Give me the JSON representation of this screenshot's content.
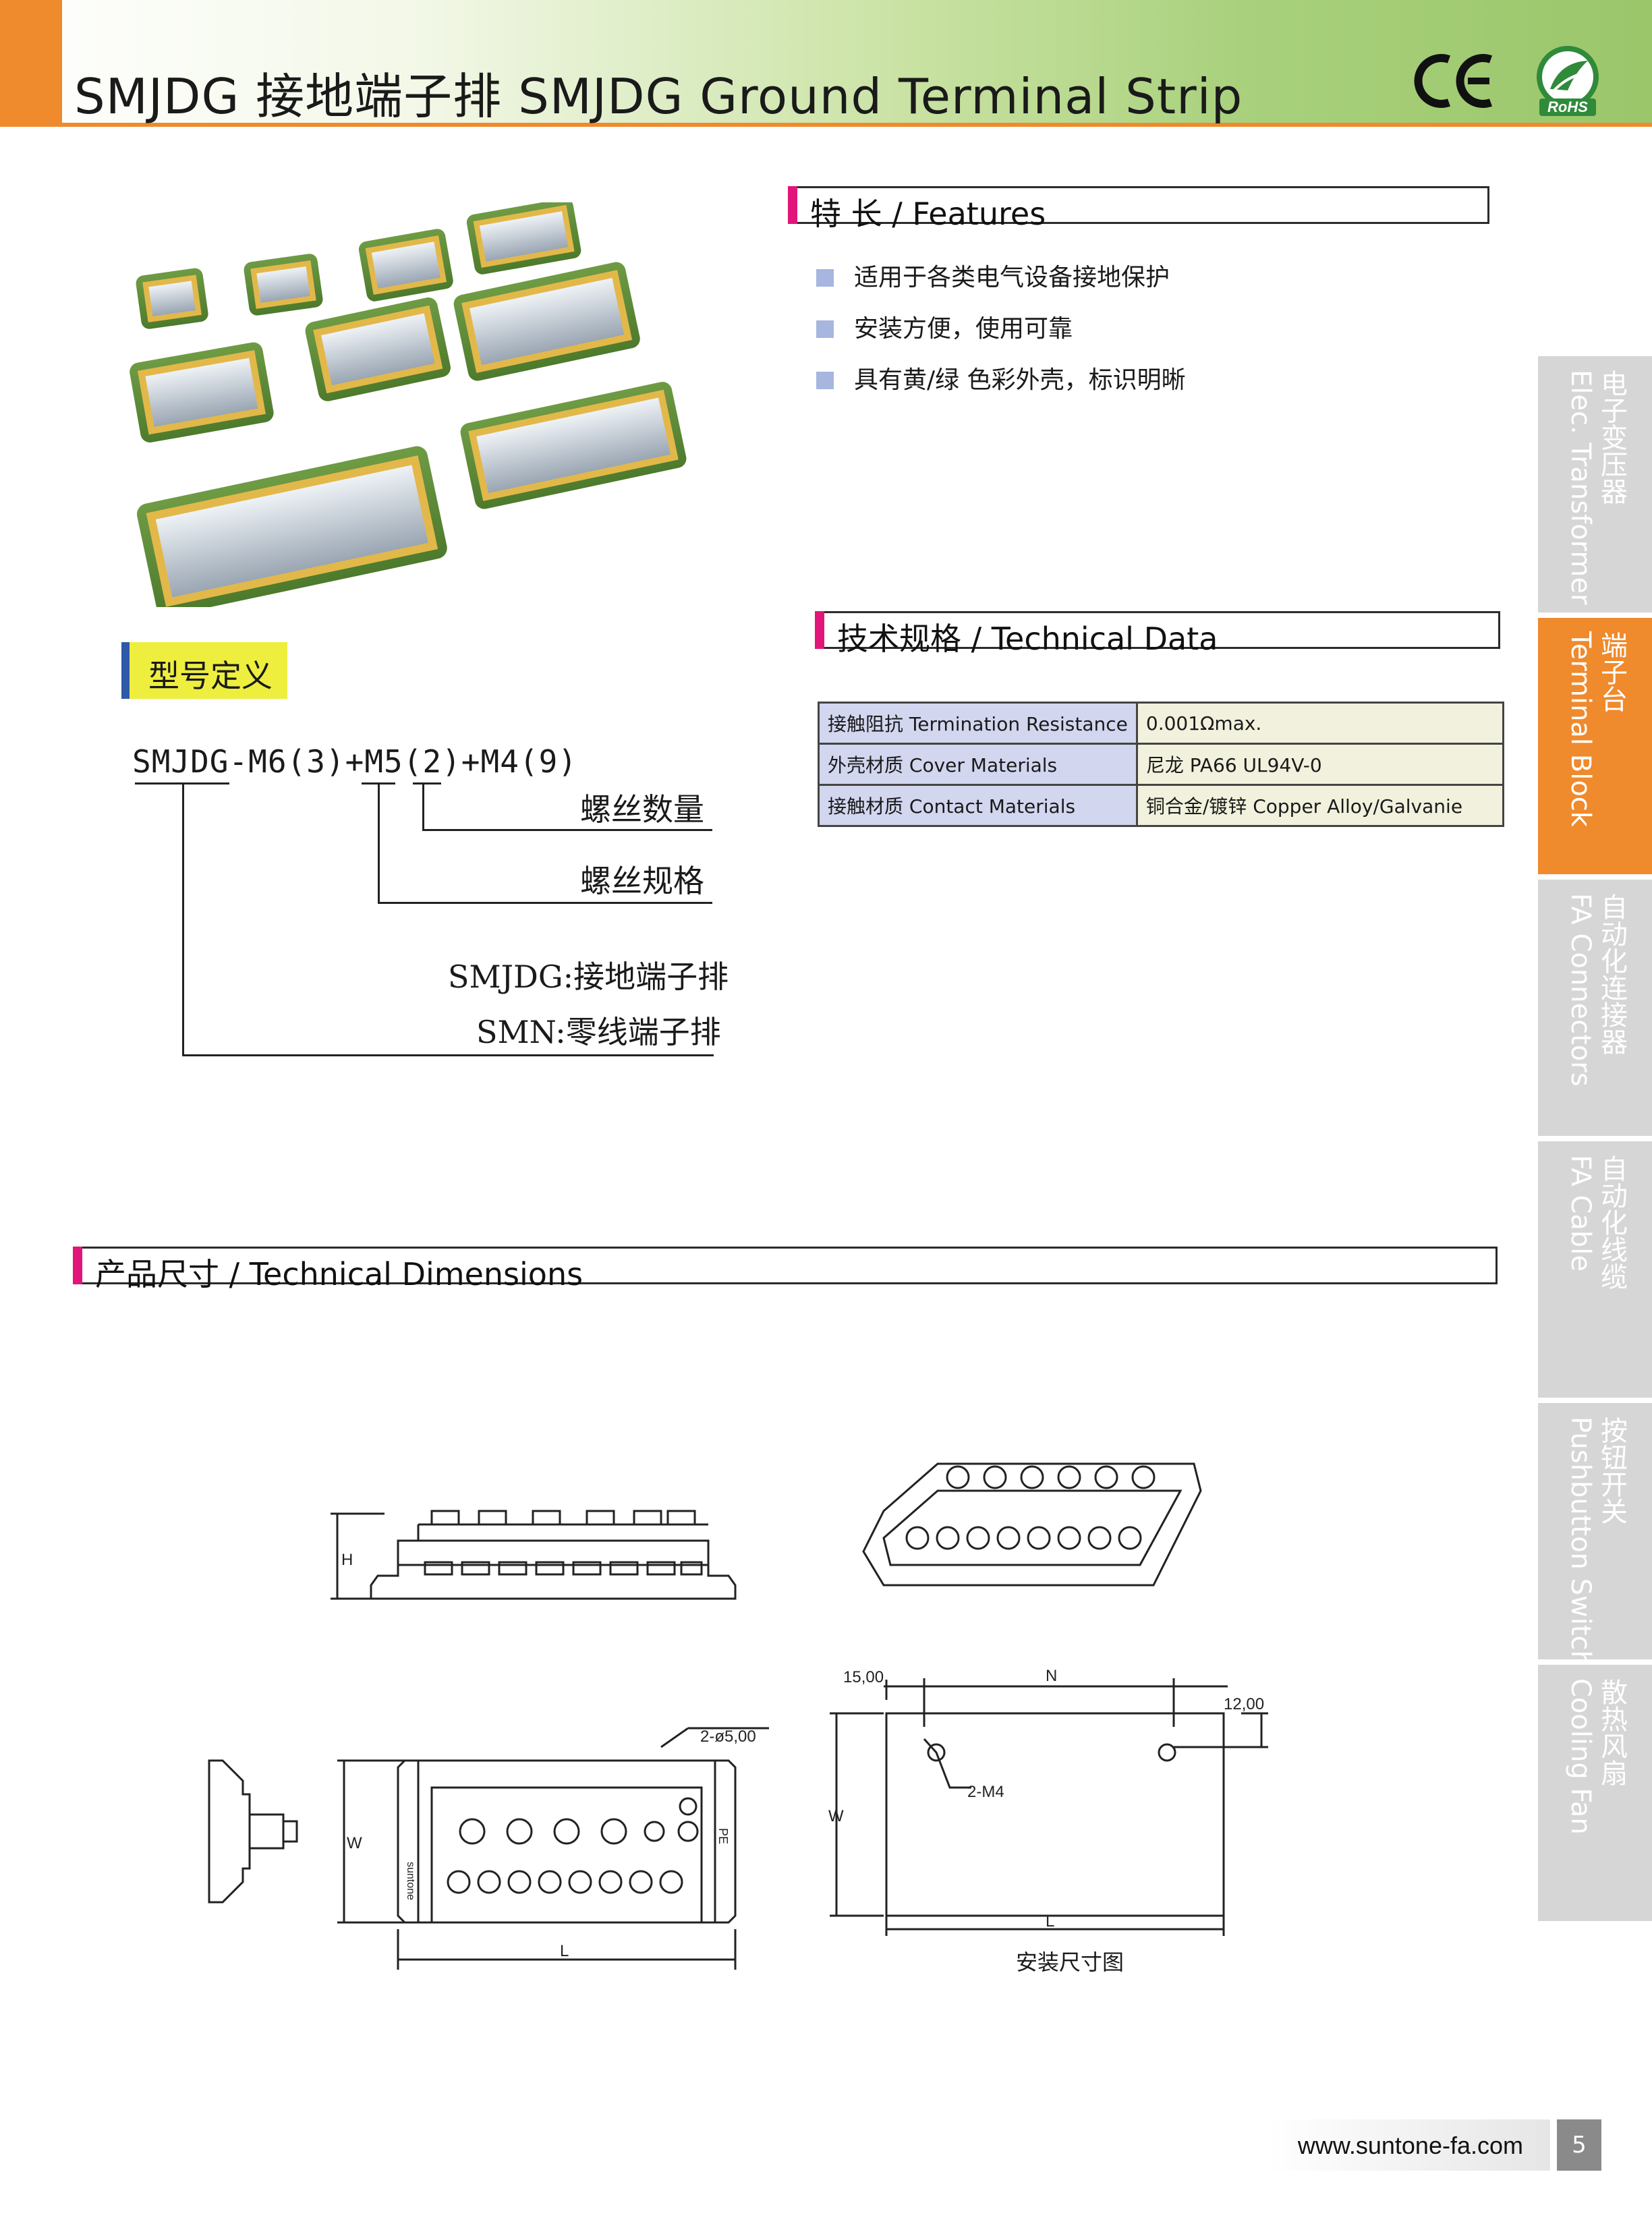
{
  "header": {
    "title": "SMJDG 接地端子排  SMJDG Ground Terminal Strip",
    "ce_mark": "CE",
    "rohs_label": "RoHS"
  },
  "features": {
    "heading": "特 长 / Features",
    "items": [
      "适用于各类电气设备接地保护",
      "安装方便，使用可靠",
      "具有黄/绿 色彩外壳，标识明晰"
    ]
  },
  "technical_data": {
    "heading": "技术规格 / Technical Data",
    "rows": [
      {
        "label": "接触阻抗  Termination Resistance",
        "value": "0.001Ωmax."
      },
      {
        "label": "外壳材质  Cover Materials",
        "value": "尼龙  PA66 UL94V-0"
      },
      {
        "label": "接触材质  Contact Materials",
        "value": "铜合金/镀锌  Copper Alloy/Galvanie"
      }
    ]
  },
  "model_definition": {
    "badge": "型号定义",
    "code": "SMJDG-M6(3)+M5(2)+M4(9)",
    "labels": {
      "screw_qty": "螺丝数量",
      "screw_spec": "螺丝规格",
      "smjdg": "SMJDG:接地端子排",
      "smn": "SMN:零线端子排"
    }
  },
  "dimensions": {
    "heading": "产品尺寸 / Technical Dimensions",
    "labels": {
      "H": "H",
      "W": "W",
      "L": "L",
      "N": "N",
      "hole_note": "2-ø5,00",
      "thread_note": "2-M4",
      "dim_15": "15,00",
      "dim_12": "12,00",
      "brand": "suntone",
      "pe": "PE"
    },
    "caption": "安装尺寸图"
  },
  "side_tabs": [
    {
      "cn": "电子变压器",
      "en": "Elec. Transformer",
      "active": false
    },
    {
      "cn": "端子台",
      "en": "Terminal Block",
      "active": true
    },
    {
      "cn": "自动化连接器",
      "en": "FA Connectors",
      "active": false
    },
    {
      "cn": "自动化线缆",
      "en": "FA Cable",
      "active": false
    },
    {
      "cn": "按钮开关",
      "en": "Pushbutton Switch",
      "active": false
    },
    {
      "cn": "散热风扇",
      "en": "Cooling Fan",
      "active": false
    }
  ],
  "footer": {
    "url": "www.suntone-fa.com",
    "page_number": "5"
  },
  "colors": {
    "accent_orange": "#ef8a2d",
    "section_bar": "#e1157a",
    "header_green": "#9bc66a",
    "table_key_bg": "#d2d6ef",
    "table_value_bg": "#f1f1dd",
    "model_badge_bg": "#eeee3f"
  }
}
